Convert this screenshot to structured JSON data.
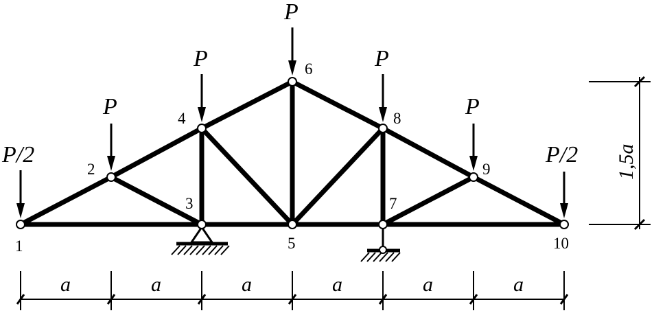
{
  "nodes": [
    "1",
    "2",
    "3",
    "4",
    "5",
    "6",
    "7",
    "8",
    "9",
    "10"
  ],
  "loads": {
    "node1": "P/2",
    "node2": "P",
    "node4": "P",
    "node6": "P",
    "node8": "P",
    "node9": "P",
    "node10": "P/2"
  },
  "dimensions": {
    "panel": "a",
    "height": "1,5a"
  }
}
